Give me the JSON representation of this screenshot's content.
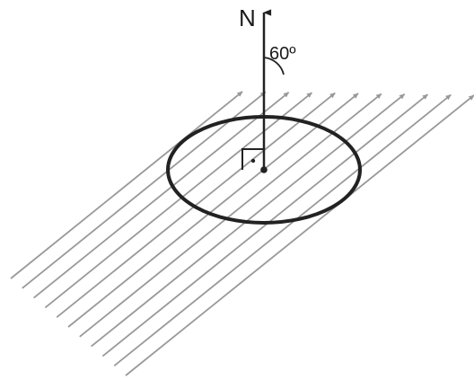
{
  "labels": {
    "normal": "N",
    "angle": "60º"
  },
  "field": {
    "line_count": 11,
    "angle_to_normal_deg": 60
  },
  "colors": {
    "field_lines": "#999999",
    "loop": "#222222",
    "normal": "#222222",
    "text": "#1a1a1a",
    "background": "#ffffff"
  },
  "icons": {
    "normal_arrow": "arrow-up-icon",
    "right_angle": "right-angle-marker-icon",
    "center": "center-dot-icon"
  }
}
